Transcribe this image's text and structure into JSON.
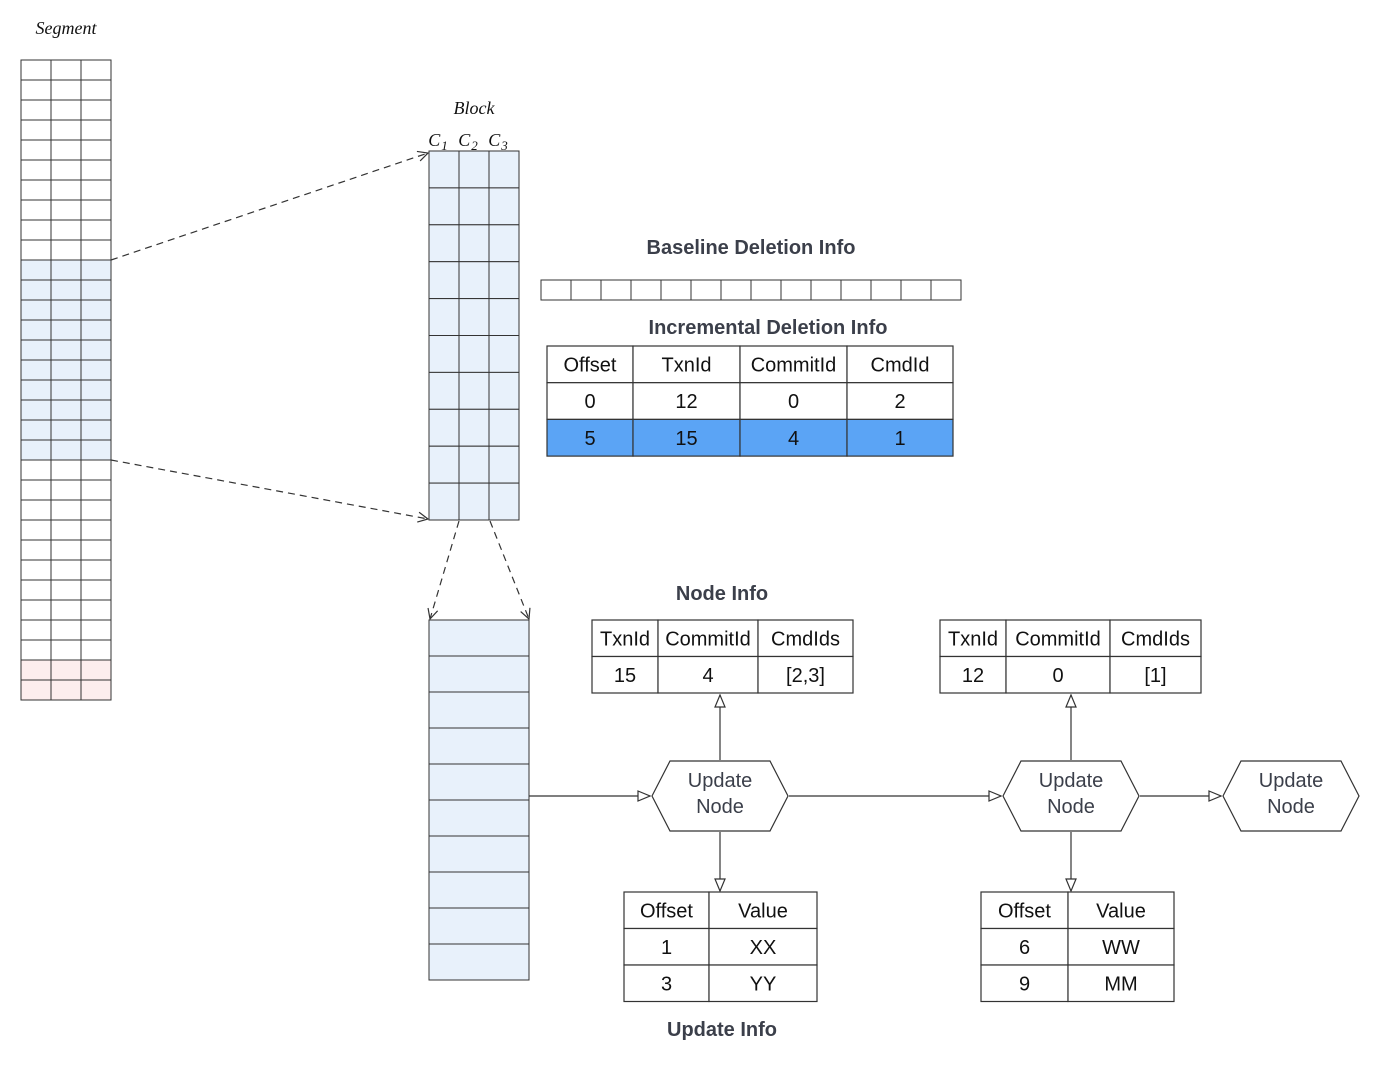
{
  "segment": {
    "label": "Segment",
    "rows": 32,
    "cols": 3,
    "highlighted_rows": [
      10,
      11,
      12,
      13,
      14,
      15,
      16,
      17,
      18,
      19
    ],
    "tail_rows": [
      30,
      31
    ],
    "highlight_color": "#e8f1fb",
    "tail_color": "#fdeeee"
  },
  "block": {
    "label": "Block",
    "columns": [
      {
        "base": "C",
        "sub": "1"
      },
      {
        "base": "C",
        "sub": "2"
      },
      {
        "base": "C",
        "sub": "3"
      }
    ],
    "rows": 10,
    "fill_color": "#e8f1fb"
  },
  "column_stack": {
    "rows": 10,
    "fill_color": "#e8f1fb"
  },
  "baseline_deletion": {
    "title": "Baseline Deletion Info",
    "cells": 14
  },
  "incremental_deletion": {
    "title": "Incremental Deletion Info",
    "headers": [
      "Offset",
      "TxnId",
      "CommitId",
      "CmdId"
    ],
    "rows": [
      [
        "0",
        "12",
        "0",
        "2"
      ],
      [
        "5",
        "15",
        "4",
        "1"
      ]
    ],
    "highlight_row": 1,
    "highlight_color": "#5ba4f5"
  },
  "node_info": {
    "title": "Node Info",
    "tables": [
      {
        "headers": [
          "TxnId",
          "CommitId",
          "CmdIds"
        ],
        "rows": [
          [
            "15",
            "4",
            "[2,3]"
          ]
        ]
      },
      {
        "headers": [
          "TxnId",
          "CommitId",
          "CmdIds"
        ],
        "rows": [
          [
            "12",
            "0",
            "[1]"
          ]
        ]
      }
    ]
  },
  "update_nodes": [
    {
      "line1": "Update",
      "line2": "Node"
    },
    {
      "line1": "Update",
      "line2": "Node"
    },
    {
      "line1": "Update",
      "line2": "Node"
    }
  ],
  "update_info": {
    "title": "Update Info",
    "tables": [
      {
        "headers": [
          "Offset",
          "Value"
        ],
        "rows": [
          [
            "1",
            "XX"
          ],
          [
            "3",
            "YY"
          ]
        ]
      },
      {
        "headers": [
          "Offset",
          "Value"
        ],
        "rows": [
          [
            "6",
            "WW"
          ],
          [
            "9",
            "MM"
          ]
        ]
      }
    ]
  }
}
